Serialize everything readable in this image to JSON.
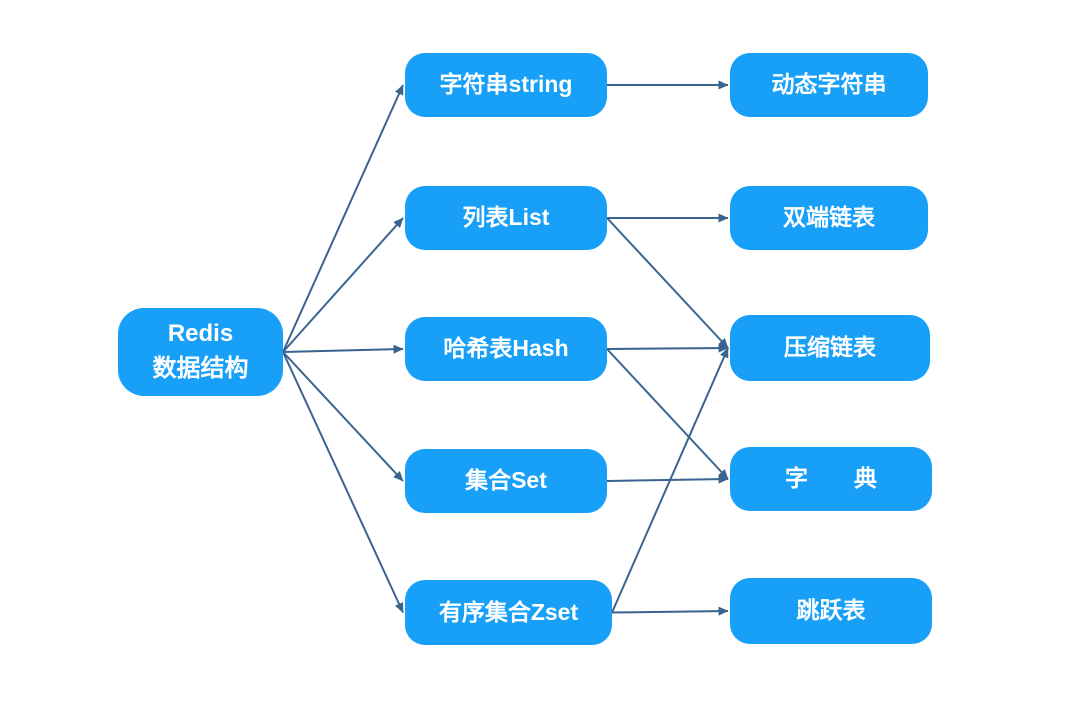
{
  "diagram": {
    "nodes": [
      {
        "id": "redis",
        "label": "Redis\n数据结构"
      },
      {
        "id": "string",
        "label": "字符串string"
      },
      {
        "id": "list",
        "label": "列表List"
      },
      {
        "id": "hash",
        "label": "哈希表Hash"
      },
      {
        "id": "set",
        "label": "集合Set"
      },
      {
        "id": "zset",
        "label": "有序集合Zset"
      },
      {
        "id": "sds",
        "label": "动态字符串"
      },
      {
        "id": "dll",
        "label": "双端链表"
      },
      {
        "id": "ziplist",
        "label": "压缩链表"
      },
      {
        "id": "dict",
        "label": "字　　典"
      },
      {
        "id": "skiplist",
        "label": "跳跃表"
      }
    ],
    "edges": [
      {
        "from": "redis",
        "to": "string"
      },
      {
        "from": "redis",
        "to": "list"
      },
      {
        "from": "redis",
        "to": "hash"
      },
      {
        "from": "redis",
        "to": "set"
      },
      {
        "from": "redis",
        "to": "zset"
      },
      {
        "from": "string",
        "to": "sds"
      },
      {
        "from": "list",
        "to": "dll"
      },
      {
        "from": "list",
        "to": "ziplist"
      },
      {
        "from": "hash",
        "to": "ziplist"
      },
      {
        "from": "hash",
        "to": "dict"
      },
      {
        "from": "set",
        "to": "dict"
      },
      {
        "from": "zset",
        "to": "ziplist"
      },
      {
        "from": "zset",
        "to": "skiplist"
      }
    ]
  },
  "colors": {
    "node_fill": "#18a0f8",
    "node_text": "#ffffff",
    "edge": "#38648f",
    "background": "#ffffff"
  }
}
